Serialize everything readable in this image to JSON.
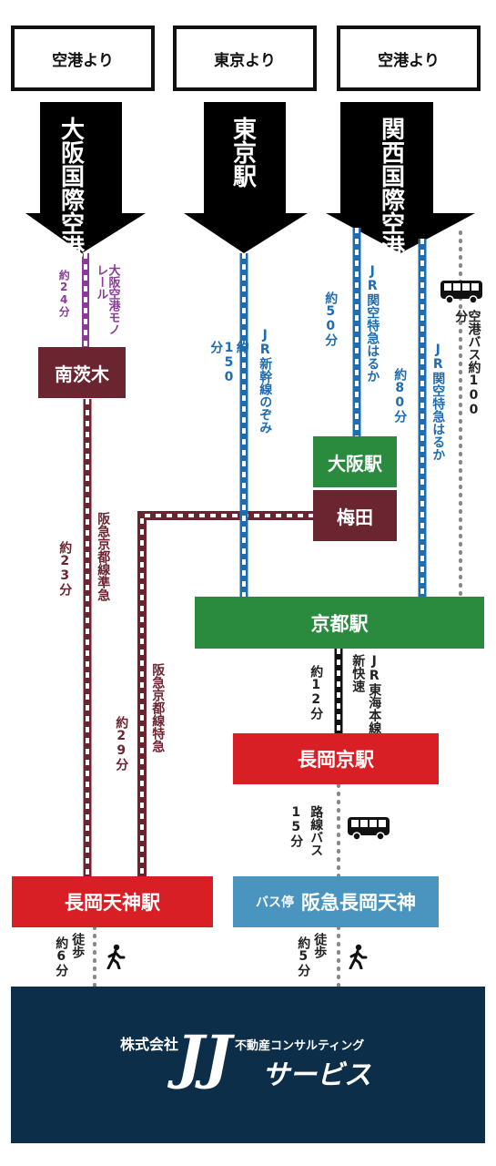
{
  "origins": [
    "空港より",
    "東京より",
    "空港より"
  ],
  "arrows": [
    "大阪国際空港",
    "東京駅",
    "関西国際空港"
  ],
  "stations": {
    "minami_ibaraki": "南茨木",
    "osaka": "大阪駅",
    "umeda": "梅田",
    "kyoto": "京都駅",
    "nagaokakyo": "長岡京駅",
    "nagaoka_tenjin": "長岡天神駅",
    "bus_stop_label": "バス停",
    "bus_stop_name": "阪急長岡天神"
  },
  "routes": {
    "monorail_line": "大阪空港モノレール",
    "monorail_time": "約24分",
    "shinkansen_line": "JR新幹線のぞみ",
    "shinkansen_time": "約150分",
    "haruka1_line": "JR関空特急はるか",
    "haruka1_time": "約50分",
    "haruka2_line": "JR関空特急はるか",
    "haruka2_time": "約80分",
    "airport_bus_line": "空港バス約100分",
    "hankyu_junkyu_line": "阪急京都線準急",
    "hankyu_junkyu_time": "約23分",
    "hankyu_tokkyu_line": "阪急京都線特急",
    "hankyu_tokkyu_time": "約29分",
    "jr_tokaido_line": "JR東海本線",
    "jr_tokaido_type": "新快速",
    "jr_tokaido_time": "約12分",
    "route_bus_line": "路線バス",
    "route_bus_time": "15分",
    "walk_left_label": "徒歩",
    "walk_left_time": "約6分",
    "walk_right_label": "徒歩",
    "walk_right_time": "約5分"
  },
  "company": {
    "prefix": "株式会社",
    "logo_letters": "JJ",
    "business": "不動産コンサルティング",
    "name": "サービス"
  },
  "icons": [
    "bus-icon",
    "walking-person-icon"
  ],
  "colors": {
    "purple": "#8a3a99",
    "blue": "#1f6cb0",
    "maroon": "#6b2530",
    "green": "#2a8a3e",
    "red": "#d81f26",
    "lightblue": "#4a94c0",
    "navy": "#0d2e48"
  }
}
